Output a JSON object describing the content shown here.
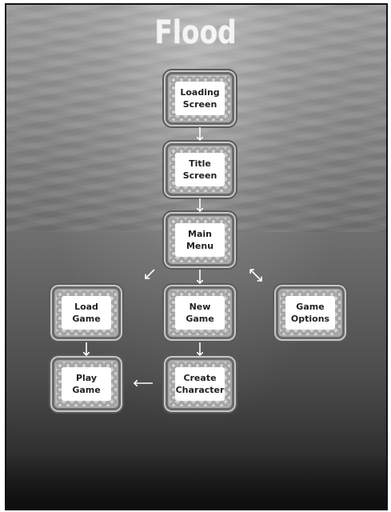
{
  "title": "Flood",
  "nodes": {
    "loading_screen": "Loading\nScreen",
    "title_screen": "Title\nScreen",
    "main_menu": "Main\nMenu",
    "load_game": "Load\nGame",
    "new_game": "New\nGame",
    "game_options": "Game\nOptions",
    "play_game": "Play\nGame",
    "create_character": "Create\nCharacter"
  },
  "colors": {
    "arrow": "#ffffff",
    "title": "#f4f4f4",
    "node_fill": "#ffffff",
    "frame_border": "#111111"
  },
  "icons": {
    "arrow_down": "arrow-down-icon",
    "arrow_left": "arrow-left-icon",
    "arrow_diagonal": "arrow-diagonal-icon",
    "arrow_bidirectional": "arrow-bidirectional-icon"
  }
}
